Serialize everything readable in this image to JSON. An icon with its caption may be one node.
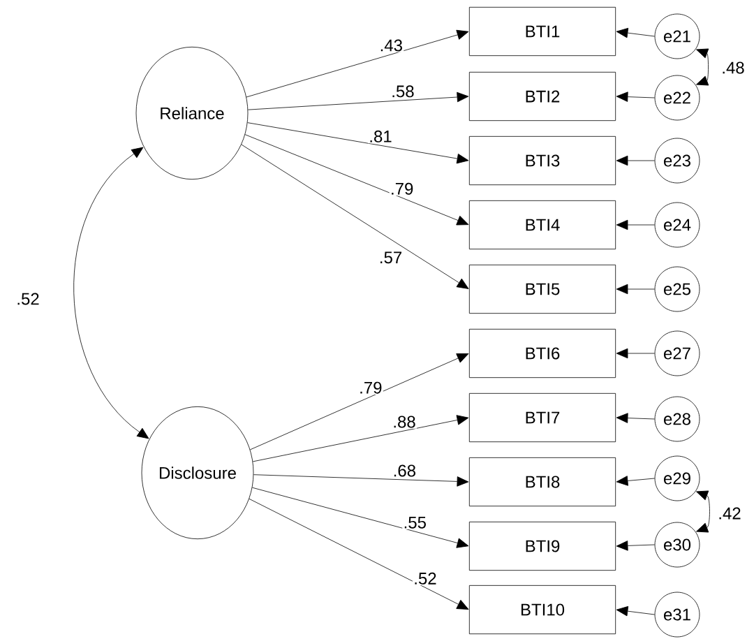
{
  "diagram": {
    "nodes": [
      {
        "text": [
          "Reliance"
        ]
      },
      {
        "text": [
          "Disclosure"
        ]
      },
      {
        "text": [
          "BTI1"
        ]
      },
      {
        "text": [
          "BTI2"
        ]
      },
      {
        "text": [
          "BTI3"
        ]
      },
      {
        "text": [
          "BTI4"
        ]
      },
      {
        "text": [
          "BTI5"
        ]
      },
      {
        "text": [
          "BTI6"
        ]
      },
      {
        "text": [
          "BTI7"
        ]
      },
      {
        "text": [
          "BTI8"
        ]
      },
      {
        "text": [
          "BTI9"
        ]
      },
      {
        "text": [
          "BTI10"
        ]
      },
      {
        "text": [
          "e21"
        ]
      },
      {
        "text": [
          "e22"
        ]
      },
      {
        "text": [
          "e23"
        ]
      },
      {
        "text": [
          "e24"
        ]
      },
      {
        "text": [
          "e25"
        ]
      },
      {
        "text": [
          "e27"
        ]
      },
      {
        "text": [
          "e28"
        ]
      },
      {
        "text": [
          "e29"
        ]
      },
      {
        "text": [
          "e30"
        ]
      },
      {
        "text": [
          "e31"
        ]
      }
    ],
    "edges": [
      {
        "from": 0,
        "to": 1,
        "arrow": "both",
        "label": ".52"
      },
      {
        "from": 0,
        "to": 2,
        "arrow": "to",
        "label": ".43"
      },
      {
        "from": 0,
        "to": 3,
        "arrow": "to",
        "label": ".58"
      },
      {
        "from": 0,
        "to": 4,
        "arrow": "to",
        "label": ".81"
      },
      {
        "from": 0,
        "to": 5,
        "arrow": "to",
        "label": ".79"
      },
      {
        "from": 0,
        "to": 6,
        "arrow": "to",
        "label": ".57"
      },
      {
        "from": 1,
        "to": 7,
        "arrow": "to",
        "label": ".79"
      },
      {
        "from": 1,
        "to": 8,
        "arrow": "to",
        "label": ".88"
      },
      {
        "from": 1,
        "to": 9,
        "arrow": "to",
        "label": ".68"
      },
      {
        "from": 1,
        "to": 10,
        "arrow": "to",
        "label": ".55"
      },
      {
        "from": 1,
        "to": 11,
        "arrow": "to",
        "label": ".52"
      },
      {
        "from": 12,
        "to": 2,
        "arrow": "to"
      },
      {
        "from": 13,
        "to": 3,
        "arrow": "to"
      },
      {
        "from": 14,
        "to": 4,
        "arrow": "to"
      },
      {
        "from": 15,
        "to": 5,
        "arrow": "to"
      },
      {
        "from": 16,
        "to": 6,
        "arrow": "to"
      },
      {
        "from": 17,
        "to": 7,
        "arrow": "to"
      },
      {
        "from": 18,
        "to": 8,
        "arrow": "to"
      },
      {
        "from": 19,
        "to": 9,
        "arrow": "to"
      },
      {
        "from": 20,
        "to": 10,
        "arrow": "to"
      },
      {
        "from": 21,
        "to": 11,
        "arrow": "to"
      },
      {
        "from": 12,
        "to": 13,
        "arrow": "both",
        "label": ".48"
      },
      {
        "from": 19,
        "to": 20,
        "arrow": "both",
        "label": ".42"
      }
    ]
  }
}
